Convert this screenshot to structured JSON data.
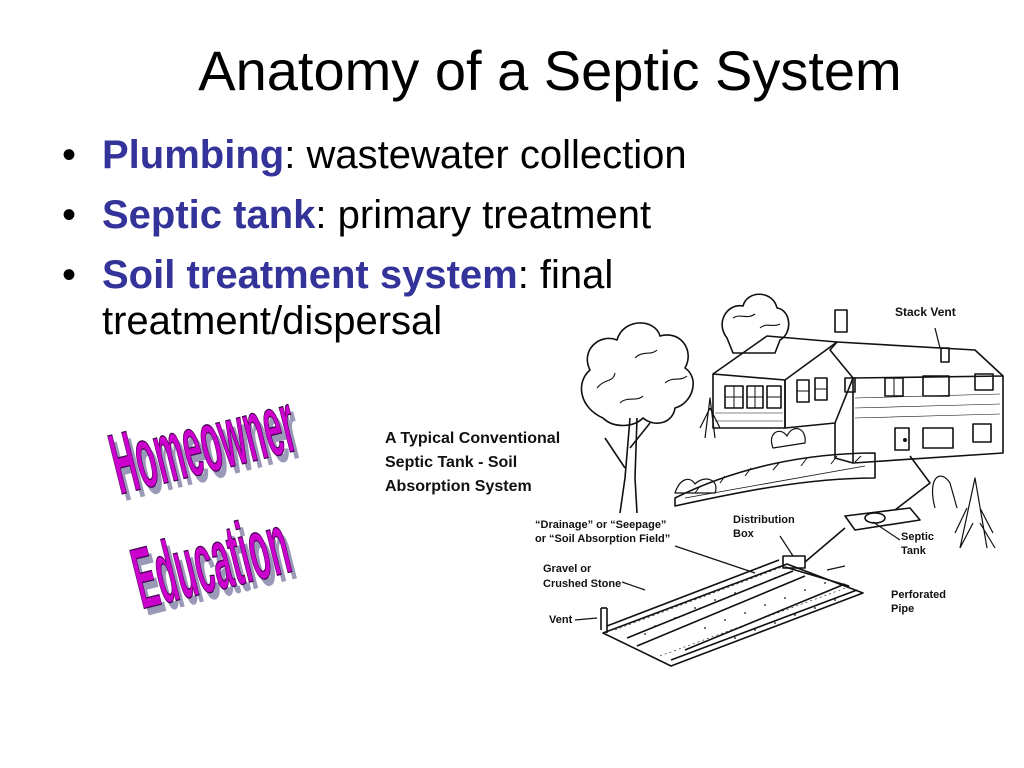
{
  "slide": {
    "title": "Anatomy of a Septic System",
    "bullets": [
      {
        "term": "Plumbing",
        "rest": ": wastewater collection"
      },
      {
        "term": "Septic tank",
        "rest": ": primary treatment"
      },
      {
        "term": "Soil treatment system",
        "rest": ": final",
        "continuation": "treatment/dispersal"
      }
    ],
    "bullet_char": "•"
  },
  "wordart": {
    "line1": "Homeowner",
    "line2": "Education",
    "colors": {
      "face": "#cc00cc",
      "highlight": "#8a00ff",
      "shadow": "#9a9ab8",
      "outline": "#3a004a"
    }
  },
  "diagram": {
    "caption": [
      "A Typical Conventional",
      "Septic Tank - Soil",
      "Absorption System"
    ],
    "labels": {
      "stack_vent": "Stack Vent",
      "drainage": [
        "“Drainage” or “Seepage”",
        "or “Soil Absorption Field”"
      ],
      "distribution": [
        "Distribution",
        "Box"
      ],
      "septic_tank": [
        "Septic",
        "Tank"
      ],
      "gravel": [
        "Gravel or",
        "Crushed Stone"
      ],
      "perforated": [
        "Perforated",
        "Pipe"
      ],
      "vent": "Vent"
    }
  },
  "colors": {
    "term": "#333399",
    "text": "#000000",
    "background": "#ffffff"
  }
}
